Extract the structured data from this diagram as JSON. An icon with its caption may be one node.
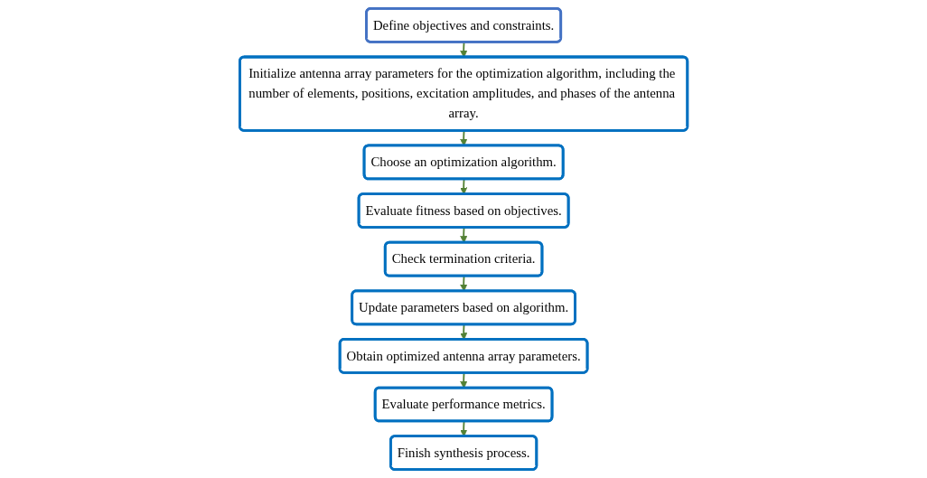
{
  "diagram": {
    "nodes": [
      {
        "text": [
          "Define objectives and constraints."
        ]
      },
      {
        "text": [
          "Initialize antenna array parameters for the optimization algorithm, including the number of elements, positions, excitation amplitudes, and phases of the antenna array."
        ]
      },
      {
        "text": [
          "Choose an optimization algorithm."
        ]
      },
      {
        "text": [
          "Evaluate fitness based on objectives."
        ]
      },
      {
        "text": [
          "Check termination criteria."
        ]
      },
      {
        "text": [
          "Update parameters based on algorithm."
        ]
      },
      {
        "text": [
          "Obtain optimized antenna array parameters."
        ]
      },
      {
        "text": [
          "Evaluate performance metrics."
        ]
      },
      {
        "text": [
          "Finish synthesis process."
        ]
      }
    ],
    "edges": [
      {
        "from": 0,
        "to": 1,
        "arrow": "to"
      },
      {
        "from": 1,
        "to": 2,
        "arrow": "to"
      },
      {
        "from": 2,
        "to": 3,
        "arrow": "to"
      },
      {
        "from": 3,
        "to": 4,
        "arrow": "to"
      },
      {
        "from": 4,
        "to": 5,
        "arrow": "to"
      },
      {
        "from": 5,
        "to": 6,
        "arrow": "to"
      },
      {
        "from": 6,
        "to": 7,
        "arrow": "to"
      },
      {
        "from": 7,
        "to": 8,
        "arrow": "to"
      }
    ]
  }
}
